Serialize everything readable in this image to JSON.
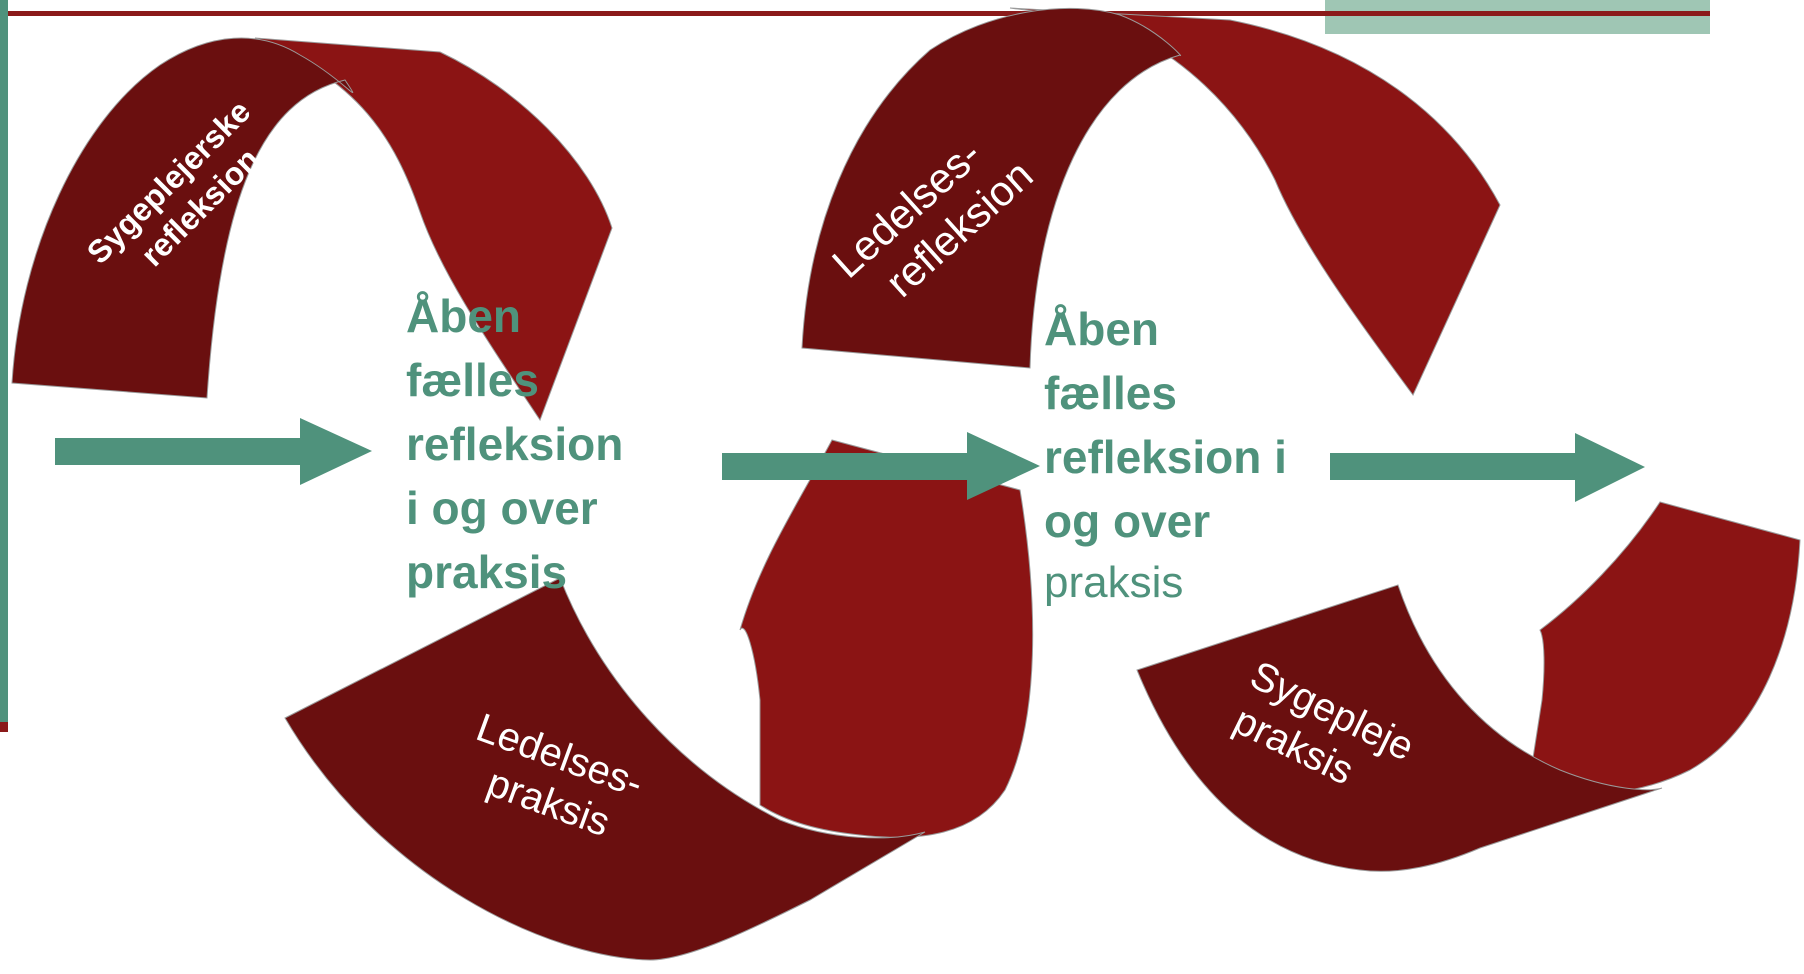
{
  "colors": {
    "ribbon_dark": "#6a0f0f",
    "ribbon_light": "#8b1414",
    "accent_green": "#4f927c",
    "frame_red": "#8b1a1a",
    "light_green_bar": "#9fc6b4"
  },
  "ribbon_labels": {
    "nurse_reflection": [
      "Sygeplejerske",
      "refleksion"
    ],
    "mgmt_practice": [
      "Ledelses-",
      "praksis"
    ],
    "mgmt_reflection": [
      "Ledelses-",
      "refleksion"
    ],
    "nurse_practice": [
      "Sygepleje",
      "praksis"
    ]
  },
  "center_text_1": [
    "Åben",
    "fælles",
    "refleksion",
    "i og over",
    "praksis"
  ],
  "center_text_2": [
    "Åben",
    "fælles",
    "refleksion i",
    "og over",
    "praksis"
  ],
  "arrows": [
    {
      "name": "arrow-1"
    },
    {
      "name": "arrow-2"
    },
    {
      "name": "arrow-3"
    }
  ]
}
